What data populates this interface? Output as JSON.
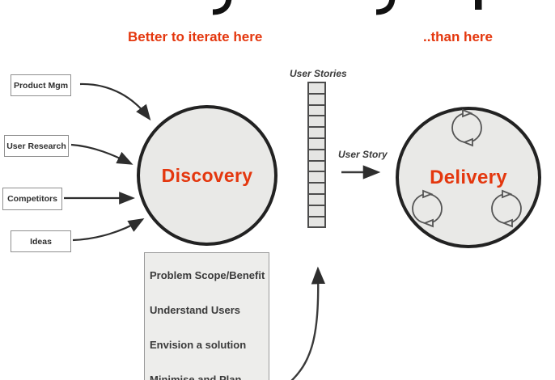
{
  "captions": {
    "left": "Better to iterate here",
    "right": "..than here"
  },
  "sources": [
    {
      "label": "Product Mgm"
    },
    {
      "label": "User Research"
    },
    {
      "label": "Competitors"
    },
    {
      "label": "Ideas"
    }
  ],
  "discovery": {
    "label": "Discovery"
  },
  "delivery": {
    "label": "Delivery",
    "iteration_loops": 3
  },
  "backlog": {
    "title": "User Stories",
    "cells": 13,
    "flow_label": "User Story"
  },
  "activities": {
    "items": [
      "Problem Scope/Benefit",
      "Understand Users",
      "Envision a solution",
      "Minimise and Plan"
    ]
  },
  "colors": {
    "accent_red": "#e4370e",
    "circle_fill": "#e9e9e7",
    "circle_border": "#222222",
    "panel_fill": "#ededeb",
    "panel_border": "#9a9a9a",
    "arrow": "#2e2e2e",
    "loop_stroke": "#555555",
    "text_dark": "#3a3a3a"
  }
}
